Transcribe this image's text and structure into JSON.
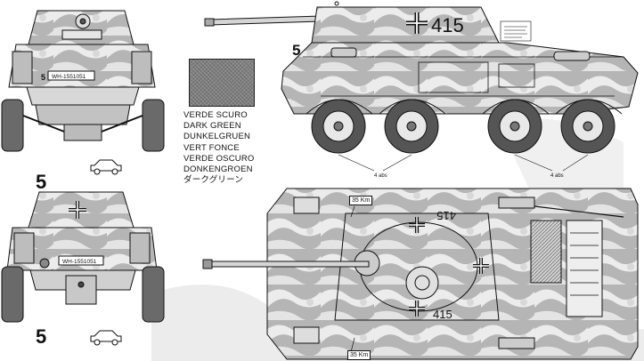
{
  "legend": {
    "colors": [
      "VERDE SCURO",
      "DARK GREEN",
      "DUNKELGRUEN",
      "VERT FONCE",
      "VERDE OSCURO",
      "DONKENGROEN",
      "ダークグリーン"
    ],
    "swatch_color": "#8f8f8f"
  },
  "markings": {
    "vehicle_number": "5",
    "turret_number": "415",
    "plate": "WH-1551051",
    "speed_sign": "35 Km",
    "wheel_label": "4 abs"
  },
  "colors": {
    "line": "#111111",
    "camo_light": "#f2f2f2",
    "camo_dark": "#9a9a9a"
  }
}
